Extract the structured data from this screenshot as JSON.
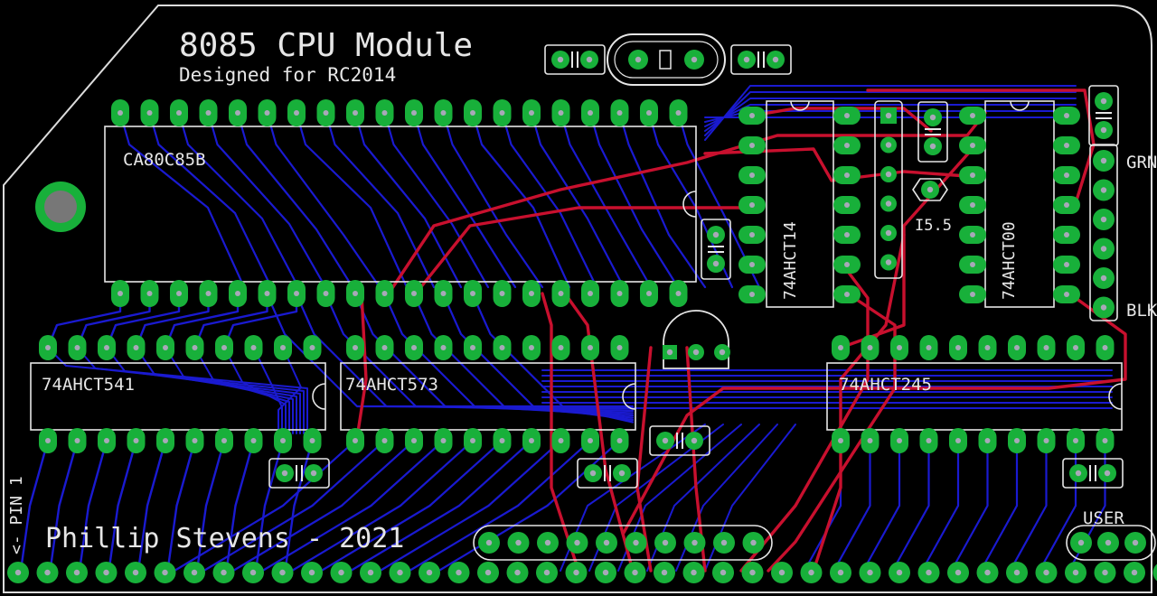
{
  "board": {
    "title": "8085 CPU Module",
    "subtitle": "Designed for RC2014",
    "author": "Phillip Stevens - 2021",
    "pin1_label": "<- PIN 1",
    "user_label": "USER",
    "grn_label": "GRN",
    "blk_label": "BLK",
    "test_point_label": "I5.5"
  },
  "chips": [
    {
      "id": "cpu",
      "label": "CA80C85B",
      "pins_per_side": 20
    },
    {
      "id": "u14",
      "label": "74AHCT14",
      "pins_per_side": 7
    },
    {
      "id": "u00",
      "label": "74AHCT00",
      "pins_per_side": 7
    },
    {
      "id": "u541",
      "label": "74AHCT541",
      "pins_per_side": 10
    },
    {
      "id": "u573",
      "label": "74AHCT573",
      "pins_per_side": 10
    },
    {
      "id": "u245",
      "label": "74AHCT245",
      "pins_per_side": 10
    }
  ],
  "colors": {
    "background": "#000000",
    "pad": "#18b03a",
    "drill": "#a8a8b8",
    "top_copper": "#c8102e",
    "bottom_copper": "#1a1ad0",
    "silkscreen": "#e6e6e6",
    "outline": "#dcdcdc"
  }
}
